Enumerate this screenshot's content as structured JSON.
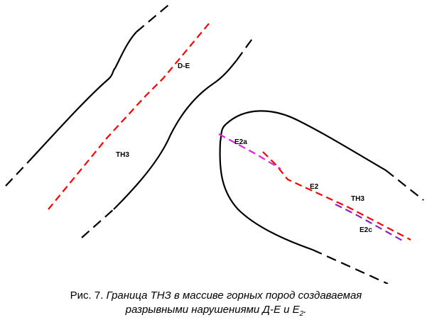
{
  "labels": {
    "de": "D-E",
    "th3_left": "TH3",
    "e2a": "E2a",
    "e2": "E2",
    "th3_right": "TH3",
    "e2c": "E2c"
  },
  "caption": {
    "prefix": "Рис. 7.",
    "line1": "Граница ТНЗ в массиве горных пород создаваемая",
    "line2": "разрывными нарушениями Д-Е и Е",
    "line2_sub": "2",
    "line2_end": "."
  },
  "colors": {
    "boundary": "#000000",
    "fault_main": "#ff0000",
    "fault_e2a": "#dd22dd",
    "fault_e2c": "#8822cc"
  }
}
